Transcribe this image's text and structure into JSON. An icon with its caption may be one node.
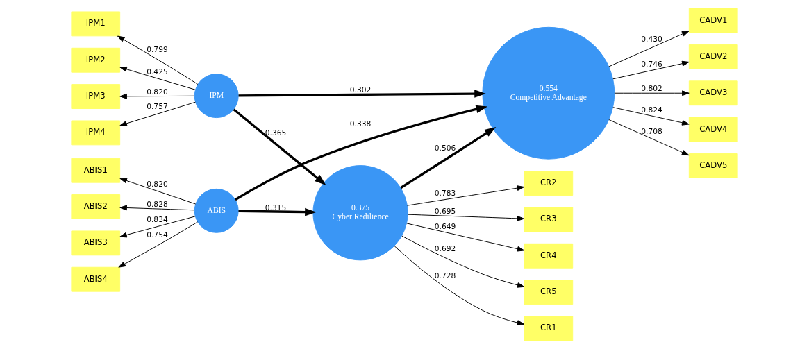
{
  "diagram": {
    "nodes": [
      {
        "text": [
          "ABIS1"
        ]
      },
      {
        "text": [
          "ABIS2"
        ]
      },
      {
        "text": [
          "ABIS3"
        ]
      },
      {
        "text": [
          "ABIS4"
        ]
      },
      {
        "text": [
          "IPM1"
        ]
      },
      {
        "text": [
          "IPM2"
        ]
      },
      {
        "text": [
          "IPM3"
        ]
      },
      {
        "text": [
          "IPM4"
        ]
      },
      {
        "text": [
          "ABIS"
        ]
      },
      {
        "text": [
          "IPM"
        ]
      },
      {
        "text": [
          "CR1"
        ]
      },
      {
        "text": [
          "CR2"
        ]
      },
      {
        "text": [
          "CR3"
        ]
      },
      {
        "text": [
          "CR4"
        ]
      },
      {
        "text": [
          "CR5"
        ]
      },
      {
        "text": [
          "0.375",
          "Cyber Redilience"
        ]
      },
      {
        "text": [
          "0.554",
          "Competitive Advantage"
        ]
      },
      {
        "text": [
          "CADV1"
        ]
      },
      {
        "text": [
          "CADV2"
        ]
      },
      {
        "text": [
          "CADV3"
        ]
      },
      {
        "text": [
          "CADV4"
        ]
      },
      {
        "text": [
          "CADV5"
        ]
      }
    ],
    "edges": [
      {
        "from": 8,
        "to": 16,
        "arrow": "to",
        "label": "0.338",
        "style": "thick"
      },
      {
        "from": 8,
        "to": 0,
        "arrow": "to",
        "label": "0.820"
      },
      {
        "from": 8,
        "to": 1,
        "arrow": "to",
        "label": "0.828"
      },
      {
        "from": 8,
        "to": 2,
        "arrow": "to",
        "label": "0.834"
      },
      {
        "from": 8,
        "to": 3,
        "arrow": "to",
        "label": "0.754"
      },
      {
        "from": 15,
        "to": 10,
        "arrow": "to",
        "label": "0.728"
      },
      {
        "from": 15,
        "to": 11,
        "arrow": "to",
        "label": "0.783"
      },
      {
        "from": 15,
        "to": 12,
        "arrow": "to",
        "label": "0.695"
      },
      {
        "from": 15,
        "to": 13,
        "arrow": "to",
        "label": "0.649"
      },
      {
        "from": 15,
        "to": 14,
        "arrow": "to",
        "label": "0.692"
      },
      {
        "from": 16,
        "to": 17,
        "arrow": "to",
        "label": "0.430"
      },
      {
        "from": 16,
        "to": 18,
        "arrow": "to",
        "label": "0.746"
      },
      {
        "from": 16,
        "to": 19,
        "arrow": "to",
        "label": "0.802"
      },
      {
        "from": 16,
        "to": 20,
        "arrow": "to",
        "label": "0.824"
      },
      {
        "from": 16,
        "to": 21,
        "arrow": "to",
        "label": "0.708"
      },
      {
        "from": 8,
        "to": 15,
        "arrow": "to",
        "label": "0.315",
        "style": "thick"
      },
      {
        "from": 15,
        "to": 16,
        "arrow": "to",
        "label": "0.506",
        "style": "thick"
      },
      {
        "from": 9,
        "to": 4,
        "arrow": "to",
        "label": "0.799"
      },
      {
        "from": 9,
        "to": 5,
        "arrow": "to",
        "label": "0.425"
      },
      {
        "from": 9,
        "to": 6,
        "arrow": "to",
        "label": "0.820"
      },
      {
        "from": 9,
        "to": 7,
        "arrow": "to",
        "label": "0.757"
      },
      {
        "from": 9,
        "to": 15,
        "arrow": "to",
        "label": "0.365",
        "style": "thick"
      },
      {
        "from": 9,
        "to": 16,
        "arrow": "to",
        "label": "0.302",
        "style": "thick"
      }
    ]
  }
}
